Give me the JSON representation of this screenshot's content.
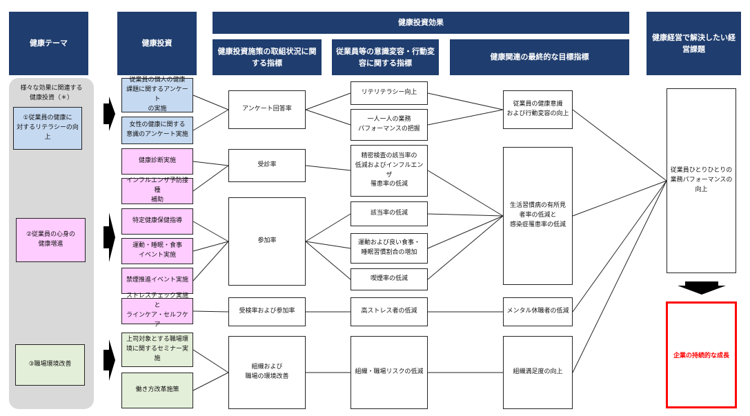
{
  "headers": {
    "theme": "健康テーマ",
    "investment": "健康投資",
    "effect": "健康投資効果",
    "effect_sub1": "健康投資施策の取組状況に関する指標",
    "effect_sub2": "従業員等の意識変容・行動変容に関する指標",
    "effect_sub3": "健康関連の最終的な目標指標",
    "issue": "健康経営で解決したい経営課題"
  },
  "themes": {
    "note": "様々な効果に関連する\n健康投資（＊）",
    "t1": "①従業員の健康に\n対するリテラシーの向上",
    "t2": "②従業員の心身の\n健康増進",
    "t3": "③職場環境改善"
  },
  "investments": [
    "従業員の個人の健康\n課題に関するアンケート\nの実施",
    "女性の健康に関する\n意識のアンケート実施",
    "健康診断実施",
    "インフルエンザ予防接種\n補助",
    "特定健康保健指導",
    "運動・睡眠・食事\nイベント実施",
    "禁煙推進イベント実施",
    "ストレスチェック実施と\nラインケア・セルフケア",
    "上司対象とする職場環\n境に関するセミナー実施",
    "働き方改革施策"
  ],
  "indicators": [
    "アンケート回答率",
    "受診率",
    "参加率",
    "受検率および参加率",
    "組織および\n職場の環境改善"
  ],
  "behaviors": [
    "リテリテラシー向上",
    "一人一人の業務\nパフォーマンスの把握",
    "精密検査の該当率の\n低減およびインフルエンザ\n罹患率の低減",
    "該当率の低減",
    "運動および良い食事・\n睡眠習慣割合の増加",
    "喫煙率の低減",
    "高ストレス者の低減",
    "組織・職場リスクの低減"
  ],
  "outcomes": [
    "従業員の健康意識\nおよび行動変容の向上",
    "生活習慣病の有所見\n者率の低減と\n感染症罹患率の低減",
    "メンタル休職者の低減",
    "組織満足度の向上"
  ],
  "management": {
    "performance": "従業員ひとりひとりの\n業務パフォーマンスの\n向上",
    "goal": "企業の持続的な成長"
  },
  "colors": {
    "header": "#1f3d6e",
    "literacy": "#c5d9f1",
    "promotion": "#ffccff",
    "environment": "#e4efd9",
    "goal": "#ff0000"
  }
}
